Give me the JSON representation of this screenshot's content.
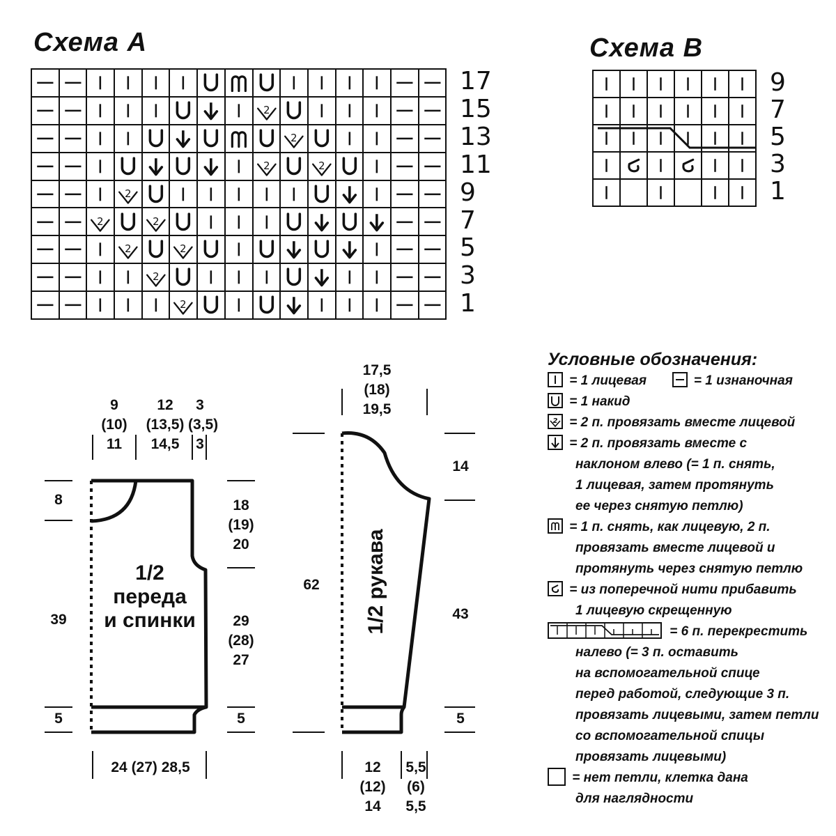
{
  "schema_a": {
    "title": "Схема A",
    "rows": [
      {
        "num": "17",
        "cells": [
          "P",
          "P",
          "K",
          "K",
          "K",
          "K",
          "Y",
          "M",
          "Y",
          "K",
          "K",
          "K",
          "K",
          "P",
          "P"
        ]
      },
      {
        "num": "15",
        "cells": [
          "P",
          "P",
          "K",
          "K",
          "K",
          "Y",
          "D",
          "K",
          "T",
          "Y",
          "K",
          "K",
          "K",
          "P",
          "P"
        ]
      },
      {
        "num": "13",
        "cells": [
          "P",
          "P",
          "K",
          "K",
          "Y",
          "D",
          "Y",
          "M",
          "Y",
          "T",
          "Y",
          "K",
          "K",
          "P",
          "P"
        ]
      },
      {
        "num": "11",
        "cells": [
          "P",
          "P",
          "K",
          "Y",
          "D",
          "Y",
          "D",
          "K",
          "T",
          "Y",
          "T",
          "Y",
          "K",
          "P",
          "P"
        ]
      },
      {
        "num": "9",
        "cells": [
          "P",
          "P",
          "K",
          "T",
          "Y",
          "K",
          "K",
          "K",
          "K",
          "K",
          "Y",
          "D",
          "K",
          "P",
          "P"
        ]
      },
      {
        "num": "7",
        "cells": [
          "P",
          "P",
          "T",
          "Y",
          "T",
          "Y",
          "K",
          "K",
          "K",
          "Y",
          "D",
          "Y",
          "D",
          "P",
          "P"
        ]
      },
      {
        "num": "5",
        "cells": [
          "P",
          "P",
          "K",
          "T",
          "Y",
          "T",
          "Y",
          "K",
          "Y",
          "D",
          "Y",
          "D",
          "K",
          "P",
          "P"
        ]
      },
      {
        "num": "3",
        "cells": [
          "P",
          "P",
          "K",
          "K",
          "T",
          "Y",
          "K",
          "K",
          "K",
          "Y",
          "D",
          "K",
          "K",
          "P",
          "P"
        ]
      },
      {
        "num": "1",
        "cells": [
          "P",
          "P",
          "K",
          "K",
          "K",
          "T",
          "Y",
          "K",
          "Y",
          "D",
          "K",
          "K",
          "K",
          "P",
          "P"
        ]
      }
    ]
  },
  "schema_b": {
    "title": "Схема B",
    "rows": [
      {
        "num": "9",
        "cells": [
          "K",
          "K",
          "K",
          "K",
          "K",
          "K"
        ]
      },
      {
        "num": "7",
        "cells": [
          "K",
          "K",
          "K",
          "K",
          "K",
          "K"
        ]
      },
      {
        "num": "5",
        "cells": [
          "K",
          "K",
          "K",
          "K",
          "K",
          "K"
        ]
      },
      {
        "num": "3",
        "cells": [
          "K",
          "S",
          "K",
          "S",
          "K",
          "K"
        ]
      },
      {
        "num": "1",
        "cells": [
          "K",
          "E",
          "K",
          "E",
          "K",
          "K"
        ]
      }
    ]
  },
  "legend": {
    "title": "Условные обозначения:",
    "knit": "= 1 лицевая",
    "purl": "= 1 изнаночная",
    "yarn_over": "= 1 накид",
    "k2tog": "= 2 п. провязать вместе лицевой",
    "ssk_1": "= 2 п. провязать вместе с",
    "ssk_2": "наклоном влево (= 1 п. снять,",
    "ssk_3": "1 лицевая, затем протянуть",
    "ssk_4": "ее через снятую петлю)",
    "sk2p_1": "= 1 п. снять, как лицевую, 2 п.",
    "sk2p_2": "провязать вместе лицевой и",
    "sk2p_3": "протянуть через снятую петлю",
    "m1_1": "= из поперечной нити прибавить",
    "m1_2": "1 лицевую скрещенную",
    "cable_1": "= 6 п. перекрестить",
    "cable_2": "налево (= 3 п. оставить",
    "cable_3": "на вспомогательной спице",
    "cable_4": "перед работой, следующие 3 п.",
    "cable_5": "провязать лицевыми, затем петли",
    "cable_6": "со вспомогательной спицы",
    "cable_7": "провязать лицевыми)",
    "empty_1": "= нет петли, клетка дана",
    "empty_2": "для наглядности"
  },
  "body_pattern": {
    "label": "1/2\nпереда\nи спинки",
    "top_left": "9\n(10)\n11",
    "top_mid": "12\n(13,5)\n14,5",
    "top_right": "3\n(3,5)\n3",
    "left_neck": "8",
    "left_body": "39",
    "left_rib": "5",
    "right_arm": "18\n(19)\n20",
    "right_body": "29\n(28)\n27",
    "right_rib": "5",
    "bottom": "24 (27) 28,5"
  },
  "sleeve_pattern": {
    "label": "1/2 рукава",
    "top": "17,5\n(18)\n19,5",
    "left_total": "62",
    "right_cap": "14",
    "right_body": "43",
    "right_rib": "5",
    "bottom_left": "12\n(12)\n14",
    "bottom_right": "5,5\n(6)\n5,5"
  }
}
